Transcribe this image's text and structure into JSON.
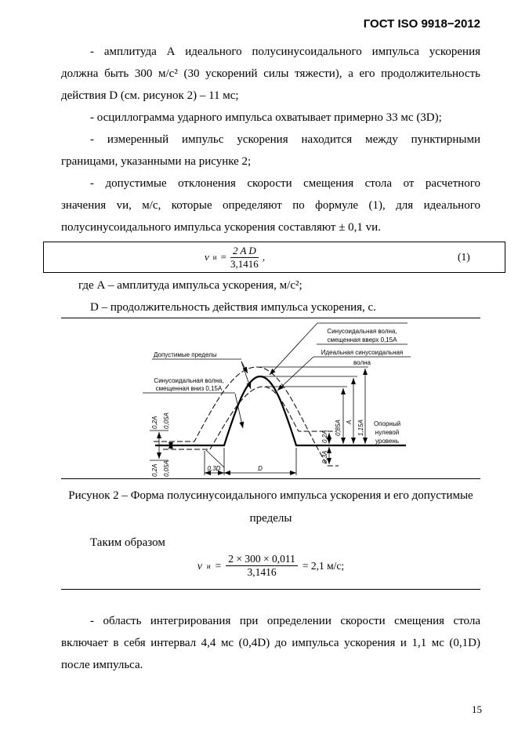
{
  "header": {
    "title": "ГОСТ ISO 9918−2012"
  },
  "body": {
    "lines": [
      "- амплитуда А идеального полусинусоидального импульса ускорения",
      "должна быть 300 м/с² (30 ускорений силы тяжести), а его продолжительность",
      "действия D (см. рисунок 2) – 11 мс;",
      "- осциллограмма ударного импульса охватывает примерно 33 мс (3D);",
      "- измеренный импульс ускорения находится между пунктирными",
      "границами, указанными на рисунке 2;",
      "- допустимые отклонения скорости смещения стола от расчетного",
      "значения vи, м/с, которые определяют по формуле (1), для идеального",
      "полусинусоидального импульса ускорения составляют ± 0,1 vи."
    ],
    "where_a": "где А – амплитуда импульса ускорения, м/с²;",
    "where_d": "D – продолжительность действия импульса ускорения, с.",
    "caption_line1": "Рисунок 2 – Форма полусинусоидального импульса ускорения и его допустимые",
    "caption_line2": "пределы",
    "thus": "Таким образом",
    "final_lines": [
      "- область интегрирования при определении скорости смещения стола",
      "включает в себя интервал 4,4 мс (0,4D) до импульса ускорения и 1,1 мс (0,1D)",
      "после импульса."
    ]
  },
  "formula1": {
    "var": "v",
    "sub": "и",
    "eq": "=",
    "numerator": "2 A D",
    "denominator": "3,1416",
    "comma": ",",
    "number": "(1)"
  },
  "formula2": {
    "var": "v",
    "sub": "и",
    "eq": "=",
    "numerator": "2 × 300 × 0,011",
    "denominator": "3,1416",
    "result": "= 2,1 м/с;"
  },
  "figure": {
    "labels": {
      "tolerance": "Допустимые пределы",
      "shifted_up_1": "Синусоидальная волна,",
      "shifted_up_2": "смещенная вверх 0,15A",
      "ideal_1": "Идеальная синусоидальная",
      "ideal_2": "волна",
      "shifted_down_1": "Синусоидальная волна,",
      "shifted_down_2": "смещенная вниз 0,15A",
      "zero_1": "Опорный",
      "zero_2": "нулевой",
      "zero_3": "уровень"
    },
    "dims": {
      "left_outer_top": "0,2A",
      "left_inner_top": "0,05A",
      "left_outer_bottom": "0,2A",
      "left_inner_bottom": "0,05A",
      "right_tail": "0,2A",
      "right_lower": "0,85A",
      "right_ideal": "A",
      "right_upper": "1,15A",
      "right_undershoot": "0,3A",
      "lead": "0,3D",
      "duration": "D"
    }
  },
  "footer": {
    "page_number": "15"
  }
}
